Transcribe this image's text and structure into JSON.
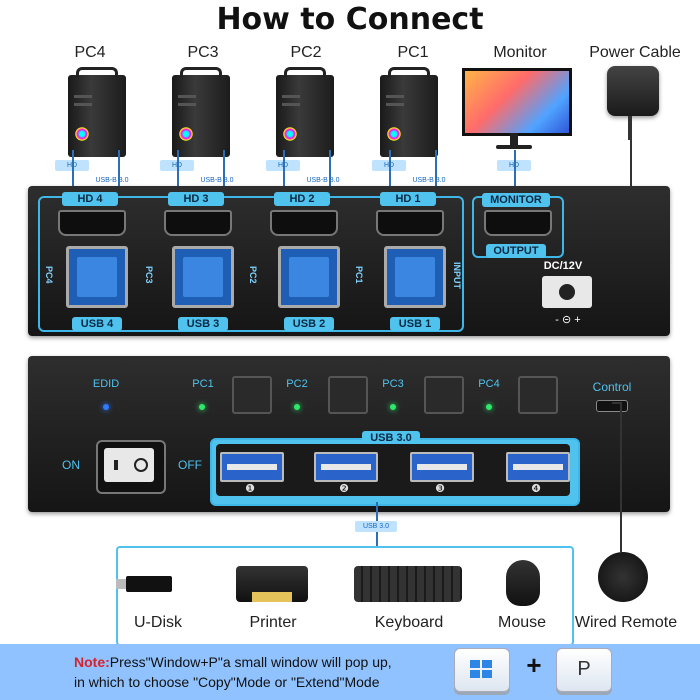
{
  "title": "How to Connect",
  "top_labels": {
    "pc4": "PC4",
    "pc3": "PC3",
    "pc2": "PC2",
    "pc1": "PC1",
    "monitor": "Monitor",
    "power": "Power Cable"
  },
  "cable_tags": {
    "hd": "HD",
    "usb_b": "USB-B 3.0",
    "usb3": "USB 3.0"
  },
  "back_panel": {
    "hd_ports": [
      "HD 4",
      "HD 3",
      "HD 2",
      "HD 1"
    ],
    "usb_ports": [
      "USB 4",
      "USB 3",
      "USB 2",
      "USB 1"
    ],
    "pc_side": [
      "PC4",
      "PC3",
      "PC2",
      "PC1"
    ],
    "input": "INPUT",
    "monitor": "MONITOR",
    "output": "OUTPUT",
    "power": "DC/12V",
    "polarity": "- ⊝ +"
  },
  "front_panel": {
    "edid": "EDID",
    "pc_leds": [
      "PC1",
      "PC2",
      "PC3",
      "PC4"
    ],
    "control": "Control",
    "on": "ON",
    "off": "OFF",
    "usb_hub": "USB 3.0",
    "usb_nums": [
      "❶",
      "❷",
      "❸",
      "❹"
    ]
  },
  "peripherals": [
    "U-Disk",
    "Printer",
    "Keyboard",
    "Mouse"
  ],
  "remote": "Wired Remote",
  "note": {
    "prefix": "Note:",
    "line1": "Press\"Window+P\"a small window will pop up,",
    "line2": "in which to choose \"Copy\"Mode or \"Extend\"Mode",
    "plus": "+",
    "key_p": "P"
  },
  "colors": {
    "accent": "#3fb6e8",
    "led_green": "#2ee86a",
    "led_blue": "#2f7bff",
    "note_bg": "#8fc2ff",
    "note_red": "#d8232a"
  },
  "icons": [
    "windows-key-icon",
    "p-key-icon",
    "power-switch-icon"
  ]
}
